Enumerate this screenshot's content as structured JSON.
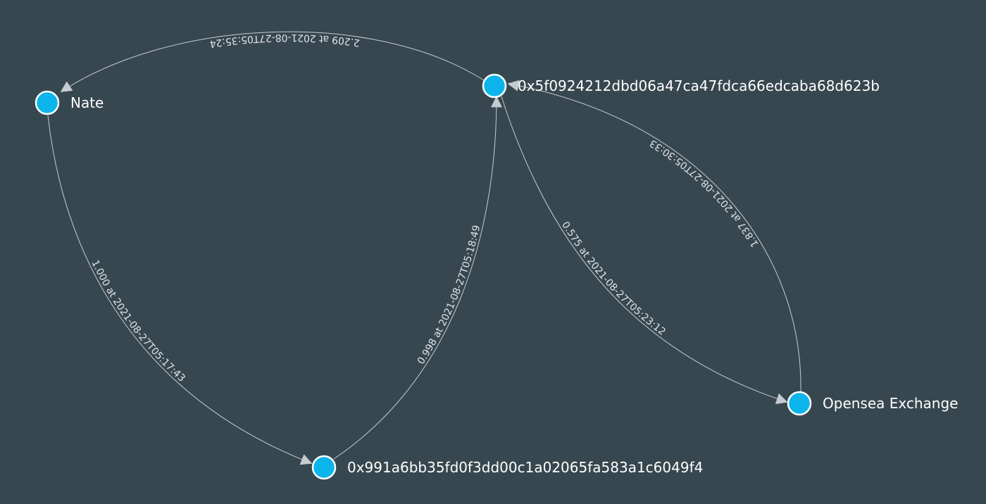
{
  "colors": {
    "background": "#37474f",
    "node_fill": "#0bb5ec",
    "node_stroke": "#ffffff",
    "edge": "#c5ccd0",
    "label": "#ffffff"
  },
  "nodes": {
    "nate": {
      "label": "Nate"
    },
    "wallet_5f": {
      "label": "0x5f0924212dbd06a47ca47fdca66edcaba68d623b"
    },
    "wallet_99": {
      "label": "0x991a6bb35fd0f3dd00c1a02065fa583a1c6049f4"
    },
    "opensea": {
      "label": "Opensea Exchange"
    }
  },
  "edges": {
    "wallet5f_to_nate": {
      "from": "0x5f0924212dbd06a47ca47fdca66edcaba68d623b",
      "to": "Nate",
      "label": "2.209 at 2021-08-27T05:35:24"
    },
    "nate_to_wallet99": {
      "from": "Nate",
      "to": "0x991a6bb35fd0f3dd00c1a02065fa583a1c6049f4",
      "label": "1.000 at 2021-08-27T05:17:43"
    },
    "wallet99_to_wallet5f": {
      "from": "0x991a6bb35fd0f3dd00c1a02065fa583a1c6049f4",
      "to": "0x5f0924212dbd06a47ca47fdca66edcaba68d623b",
      "label": "0.998 at 2021-08-27T05:18:49"
    },
    "wallet5f_to_opensea": {
      "from": "0x5f0924212dbd06a47ca47fdca66edcaba68d623b",
      "to": "Opensea Exchange",
      "label": "0.575 at 2021-08-27T05:23:12"
    },
    "opensea_to_wallet5f": {
      "from": "Opensea Exchange",
      "to": "0x5f0924212dbd06a47ca47fdca66edcaba68d623b",
      "label": "1.837 at 2021-08-27T05:30:33"
    }
  }
}
